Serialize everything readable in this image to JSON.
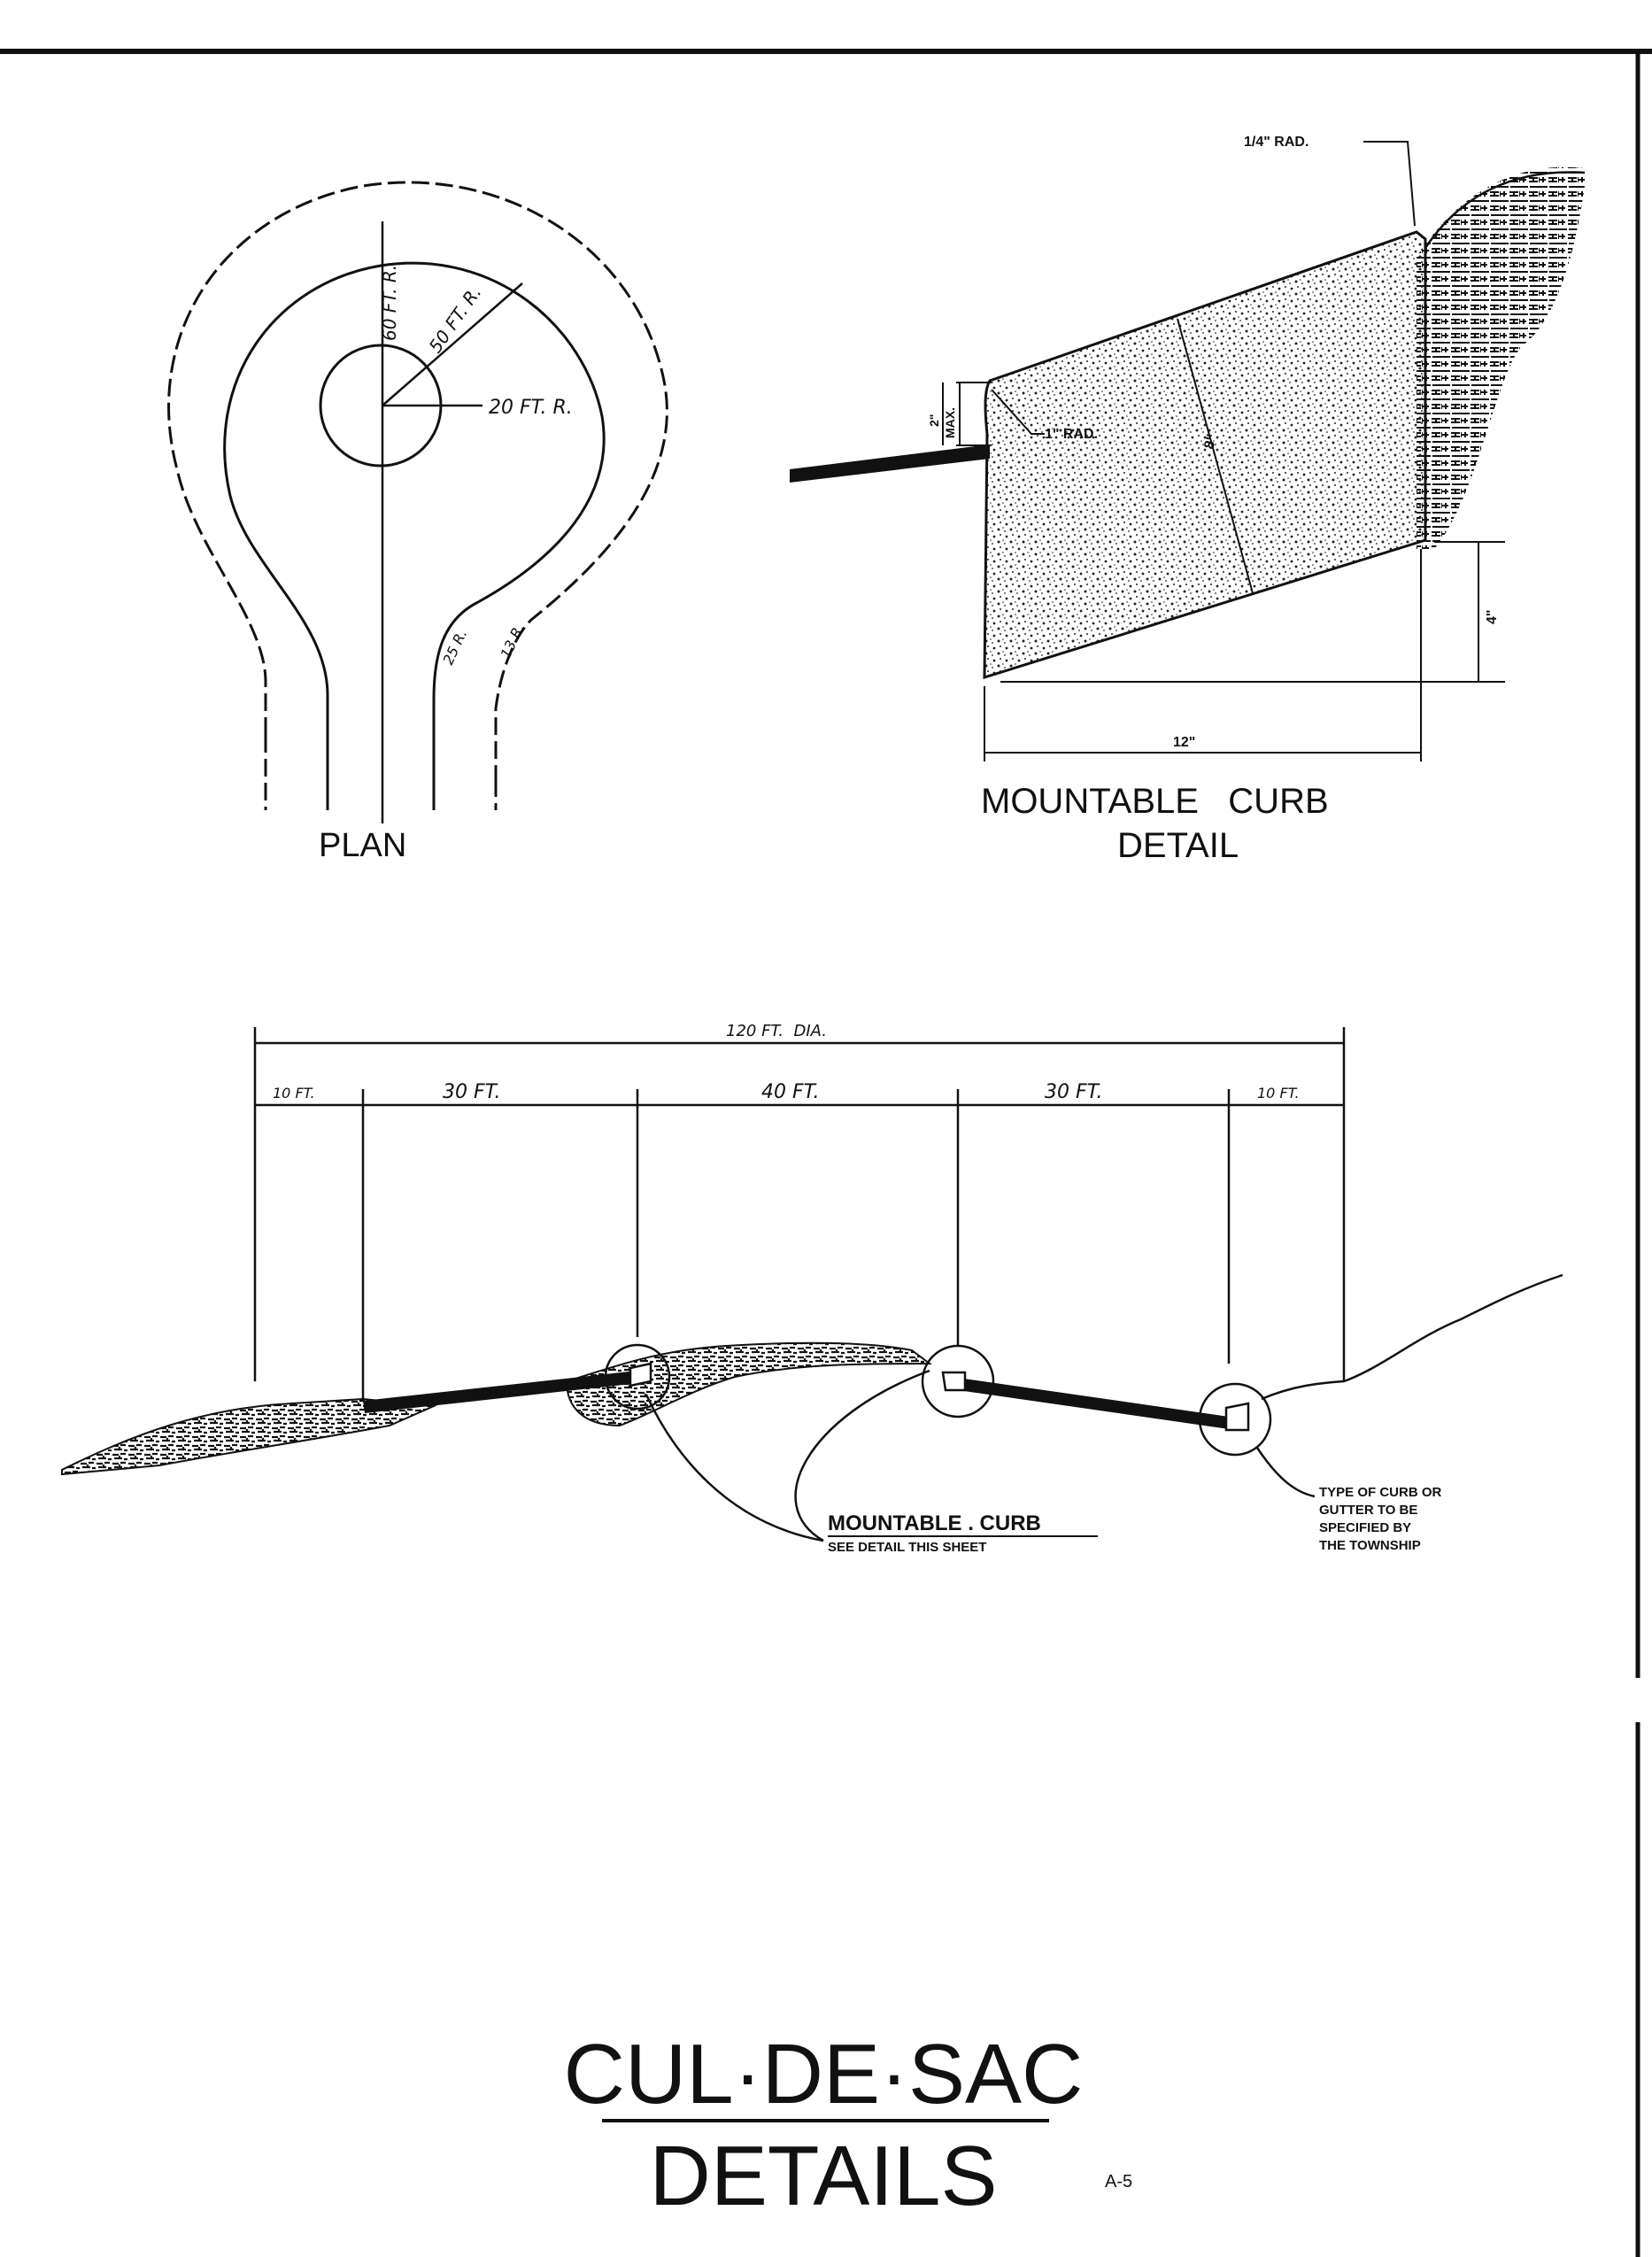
{
  "plan": {
    "title": "PLAN",
    "r_outer": "60 FT. R.",
    "r_middle": "50 FT. R.",
    "r_inner": "20 FT. R.",
    "r_curve1": "25 R.",
    "r_curve2": "13 R."
  },
  "curb_detail": {
    "title_line1": "MOUNTABLE   CURB",
    "title_line2": "DETAIL",
    "rad_top": "1/4\" RAD.",
    "rad_nose": "1\" RAD.",
    "nose_height": "2\"",
    "nose_max": "MAX.",
    "slope_dim": "8\"",
    "depth_dim": "4\"",
    "width_dim": "12\""
  },
  "section": {
    "total": "120 FT.  DIA.",
    "seg1": "10 FT.",
    "seg2": "30 FT.",
    "seg3": "40 FT.",
    "seg4": "30 FT.",
    "seg5": "10 FT.",
    "callout1_line1": "MOUNTABLE . CURB",
    "callout1_line2": "SEE DETAIL THIS SHEET",
    "callout2_line1": "TYPE OF CURB OR",
    "callout2_line2": "GUTTER TO BE",
    "callout2_line3": "SPECIFIED BY",
    "callout2_line4": "THE TOWNSHIP"
  },
  "sheet": {
    "title_line1": "CUL·DE·SAC",
    "title_line2": "DETAILS",
    "sheet_number": "A-5"
  }
}
